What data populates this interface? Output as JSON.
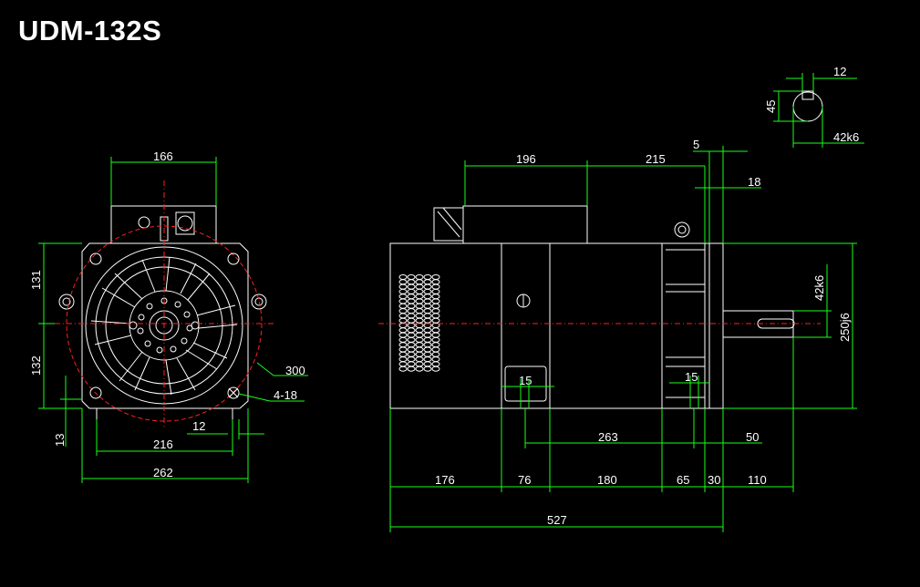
{
  "title": "UDM-132S",
  "colors": {
    "background": "#000000",
    "outline": "#ffffff",
    "dimension": "#19ff19",
    "centerline": "#ff2020"
  },
  "front_view": {
    "top_width": "166",
    "upper_height": "131",
    "lower_height": "132",
    "circle_dia": "300",
    "holes": "4-18",
    "foot_offset": "12",
    "bolt_span": "216",
    "base_width": "262",
    "foot_height": "13"
  },
  "side_view": {
    "box_length": "196",
    "box_to_flange": "215",
    "flange_gap": "5",
    "flange_thick": "18",
    "shaft_dia": "42k6",
    "spigot_dia": "250j6",
    "foot_hole_left": "15",
    "foot_hole_right": "15",
    "foot_spacing": "263",
    "foot_to_flange": "50",
    "seg_1": "176",
    "seg_2": "76",
    "seg_3": "180",
    "seg_4": "65",
    "seg_5": "30",
    "seg_6": "110",
    "total_length": "527"
  },
  "key_detail": {
    "key_width": "12",
    "key_height": "45",
    "shaft_dia": "42k6"
  }
}
